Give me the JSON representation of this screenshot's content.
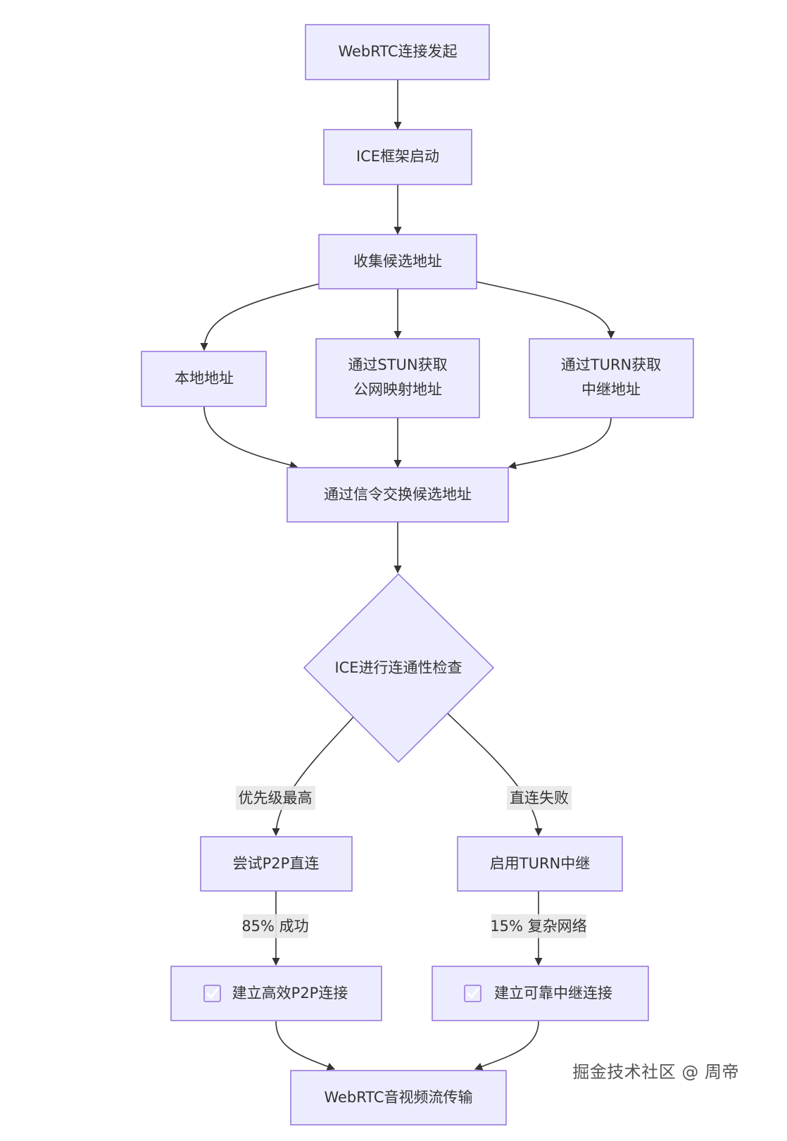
{
  "nodes": {
    "start": "WebRTC连接发起",
    "ice_start": "ICE框架启动",
    "gather": "收集候选地址",
    "local": "本地地址",
    "stun_l1": "通过STUN获取",
    "stun_l2": "公网映射地址",
    "turn_l1": "通过TURN获取",
    "turn_l2": "中继地址",
    "signal": "通过信令交换候选地址",
    "check": "ICE进行连通性检查",
    "p2p_try": "尝试P2P直连",
    "turn_use": "启用TURN中继",
    "p2p_ok": "建立高效P2P连接",
    "relay_ok": "建立可靠中继连接",
    "media": "WebRTC音视频流传输"
  },
  "edge_labels": {
    "priority": "优先级最高",
    "direct_fail": "直连失败",
    "p2p_success": "85% 成功",
    "complex_net": "15% 复杂网络"
  },
  "icons": {
    "p2p_ok": "check-mark-icon",
    "relay_ok": "check-mark-icon"
  },
  "watermark": "掘金技术社区 @ 周帝",
  "colors": {
    "node_fill": "#ECECFF",
    "node_stroke": "#9370DB",
    "edge": "#333333",
    "label_bg": "#e8e8e8",
    "check": "#2ea043"
  }
}
